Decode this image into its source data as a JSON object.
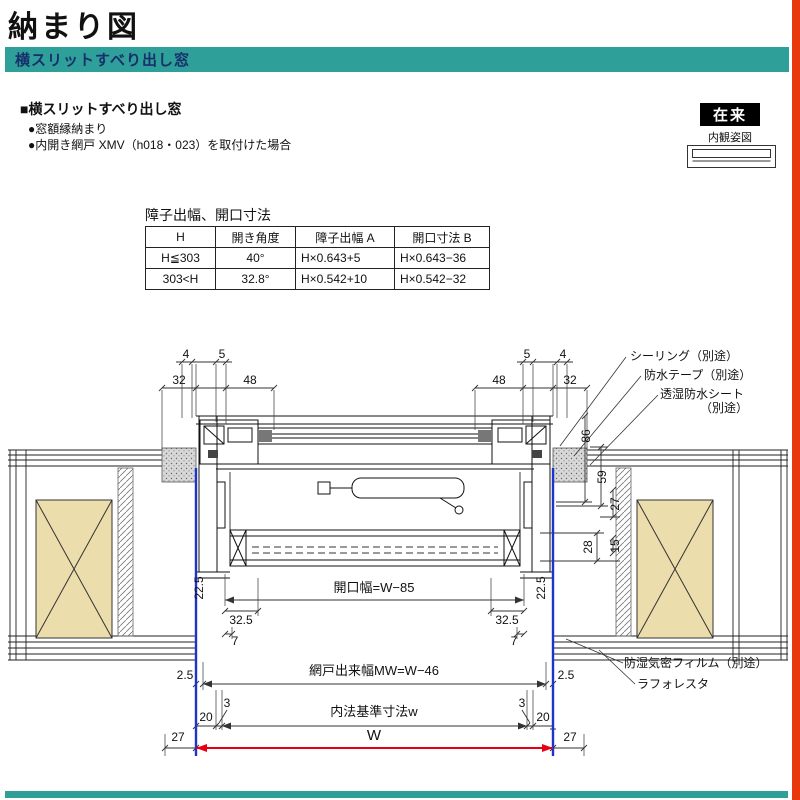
{
  "page": {
    "title": "納まり図",
    "subtitle_bar": "横スリットすべり出し窓"
  },
  "colors": {
    "teal": "#2f9f9a",
    "navy": "#17306b",
    "red_stripe": "#e8380d",
    "dim_blue": "#1d33cc",
    "dim_red": "#e60012",
    "wood": "#ecddad"
  },
  "section": {
    "heading": "■横スリットすべり出し窓",
    "bullet1": "●窓額縁納まり",
    "bullet2": "●内開き網戸 XMV（h018・023）を取付けた場合"
  },
  "inset": {
    "badge": "在来",
    "caption": "内観姿図"
  },
  "spec_table": {
    "title": "障子出幅、開口寸法",
    "headers": [
      "H",
      "開き角度",
      "障子出幅 A",
      "開口寸法 B"
    ],
    "rows": [
      [
        "H≦303",
        "40°",
        "H×0.643+5",
        "H×0.643−36"
      ],
      [
        "303<H",
        "32.8°",
        "H×0.542+10",
        "H×0.542−32"
      ]
    ]
  },
  "drawing": {
    "dims": {
      "d4": "4",
      "d5": "5",
      "d32": "32",
      "d48": "48",
      "d86": "86",
      "d59": "59",
      "d27": "27",
      "d28": "28",
      "d15": "15",
      "d22_5": "22.5",
      "d32_5": "32.5",
      "d7": "7",
      "d2_5": "2.5",
      "d3": "3",
      "d20": "20",
      "dW": "W",
      "opening_width": "開口幅=W−85",
      "screen_width": "網戸出来幅MW=W−46",
      "inner_width": "内法基準寸法w"
    },
    "callouts": {
      "sealing": "シーリング（別途）",
      "tape": "防水テープ（別途）",
      "sheet_l1": "透湿防水シート",
      "sheet_l2": "（別途）",
      "film": "防湿気密フィルム（別途）",
      "laforesta": "ラフォレスタ"
    }
  }
}
